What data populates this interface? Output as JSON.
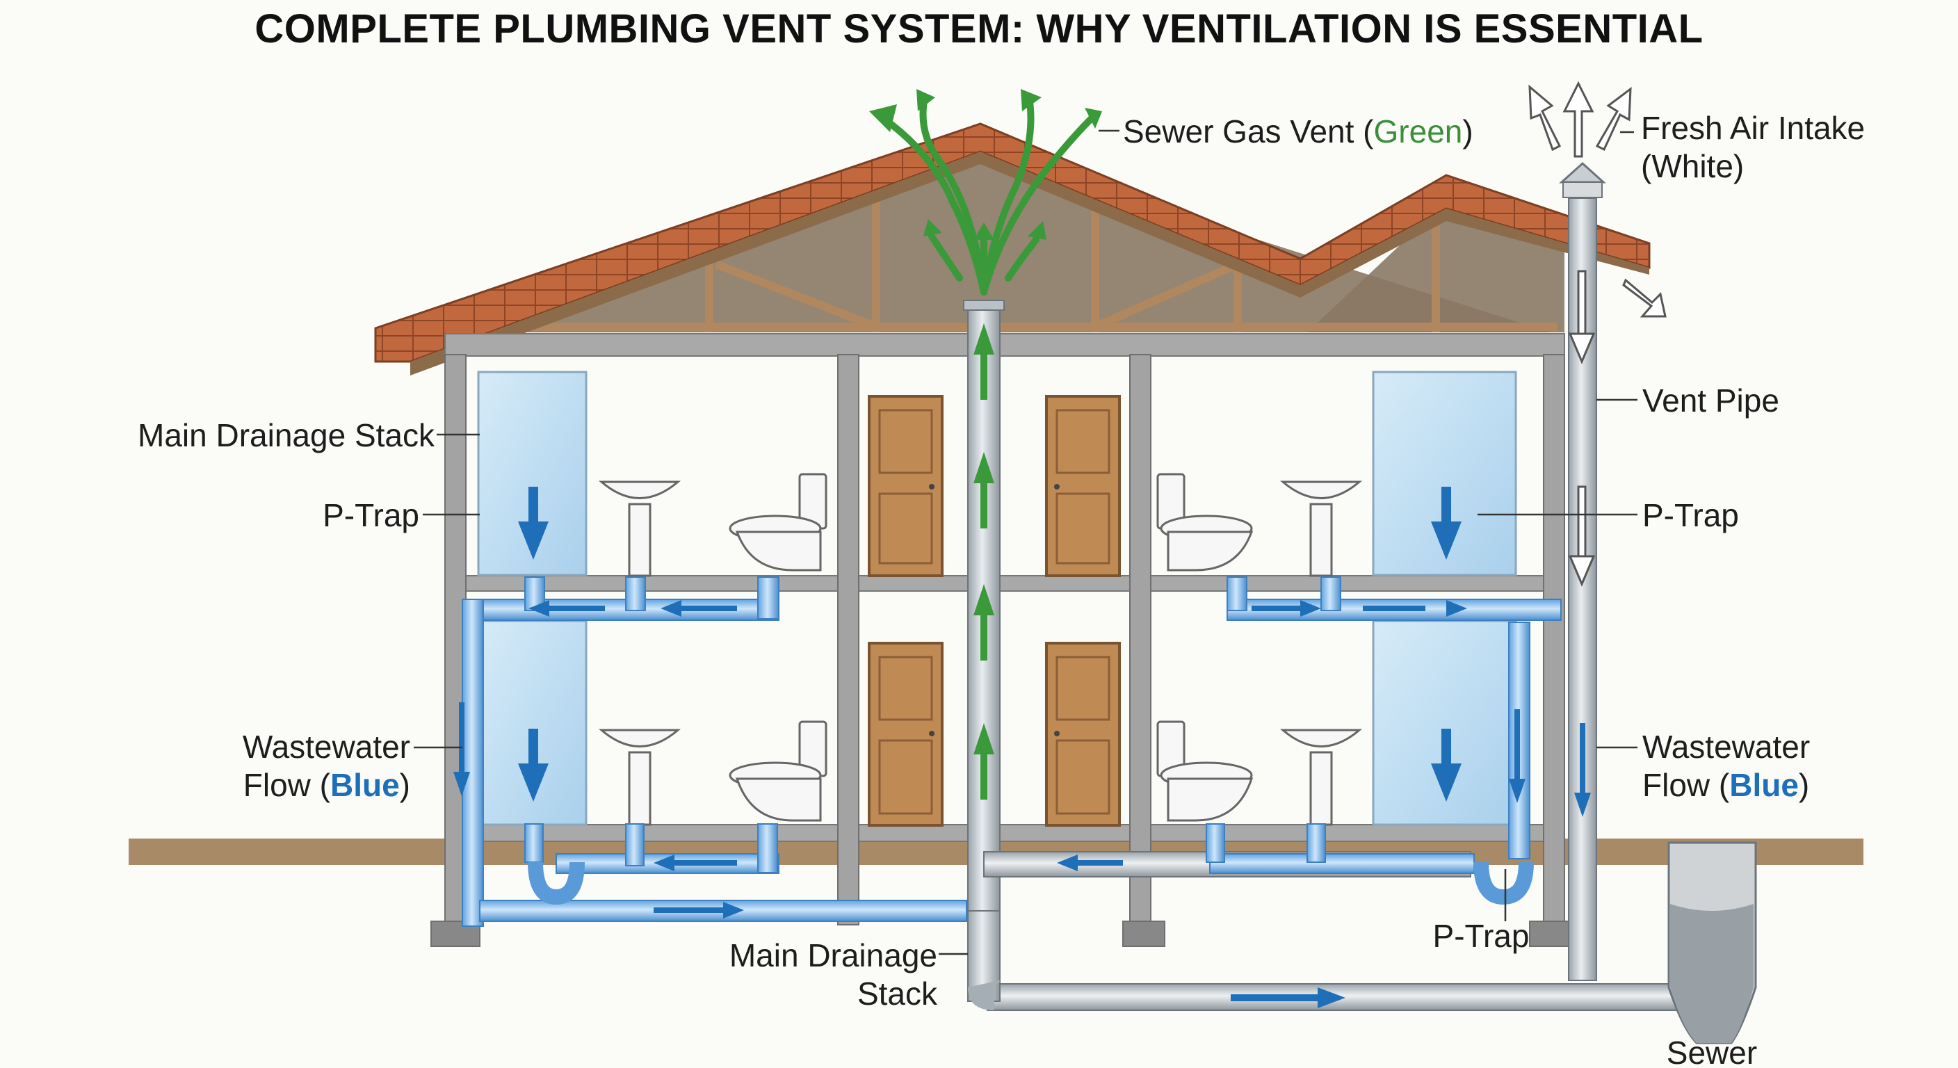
{
  "title": "COMPLETE PLUMBING VENT SYSTEM: WHY VENTILATION IS ESSENTIAL",
  "labels": {
    "sewer_gas_vent": "Sewer Gas Vent",
    "sewer_gas_vent_color_open": " (",
    "sewer_gas_vent_color": "Green",
    "sewer_gas_vent_color_close": ")",
    "fresh_air_line1": "Fresh Air Intake",
    "fresh_air_line2": "(White)",
    "main_stack_left": "Main Drainage Stack",
    "p_trap_left": "P-Trap",
    "wastewater_left_line1": "Wastewater",
    "wastewater_left_line2_pre": "Flow (",
    "wastewater_left_color": "Blue",
    "wastewater_left_line2_post": ")",
    "vent_pipe": "Vent Pipe",
    "p_trap_right": "P-Trap",
    "wastewater_right_line1": "Wastewater",
    "wastewater_right_line2_pre": "Flow (",
    "wastewater_right_color": "Blue",
    "wastewater_right_line2_post": ")",
    "main_stack_bottom_line1": "Main Drainage",
    "main_stack_bottom_line2": "Stack",
    "p_trap_bottom": "P-Trap",
    "sewer": "Sewer"
  },
  "colors": {
    "sewer_gas": "#3a9a3a",
    "wastewater": "#2a7fcf",
    "fresh_air": "#ffffff",
    "roof": "#b8603c",
    "wall": "#9a9a9a",
    "door": "#c08a55",
    "ground": "#a88a66"
  }
}
